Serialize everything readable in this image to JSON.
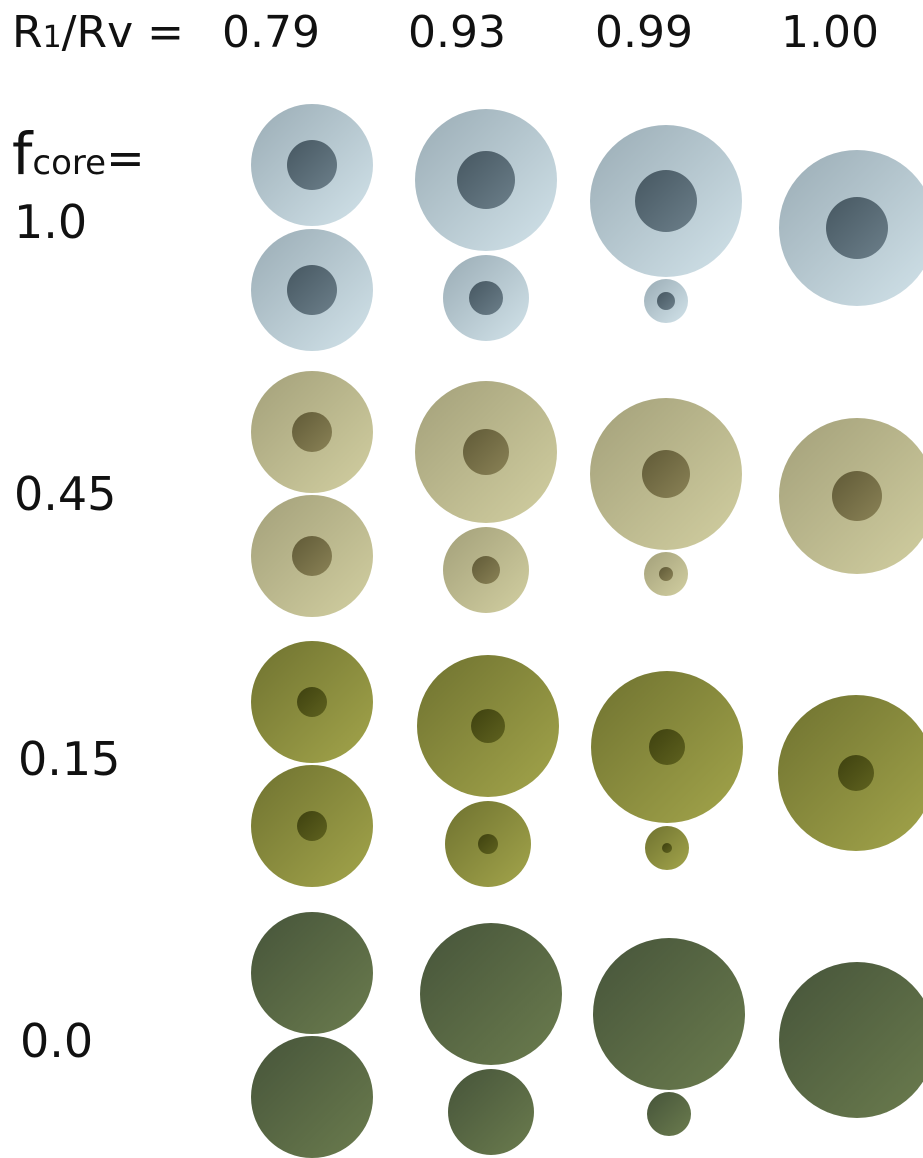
{
  "header": {
    "ratio_prefix": "R",
    "ratio_sub": "1",
    "ratio_suffix": "/Rv = ",
    "columns": [
      "0.79",
      "0.93",
      "0.99",
      "1.00"
    ]
  },
  "rows": [
    {
      "f_main": "f",
      "f_sub": "core",
      "f_eq": "=",
      "value": "1.0",
      "colors": {
        "light": "#d2e3ea",
        "dark": "#9aacb5",
        "core_light": "#6c7f8a",
        "core_dark": "#465761"
      }
    },
    {
      "value": "0.45",
      "colors": {
        "light": "#d2cfa1",
        "dark": "#a3a07a",
        "core_light": "#8a8256",
        "core_dark": "#605a37"
      }
    },
    {
      "value": "0.15",
      "colors": {
        "light": "#a3a54b",
        "dark": "#6f7230",
        "core_light": "#5f621f",
        "core_dark": "#3e410f"
      }
    },
    {
      "value": "0.0",
      "colors": {
        "light": "#6b7c4e",
        "dark": "#46543a",
        "core_light": "",
        "core_dark": ""
      }
    }
  ]
}
